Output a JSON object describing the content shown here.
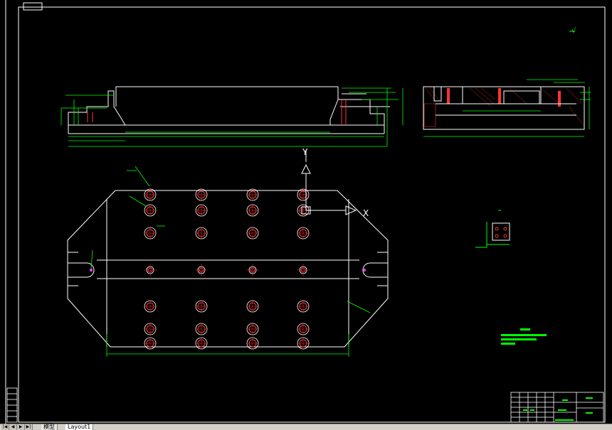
{
  "drawing": {
    "axis_y_label": "Y",
    "axis_x_label": "X",
    "title_block_label": "",
    "roughness_mark": "√"
  },
  "colors": {
    "background": "#000000",
    "outline": "#ffffff",
    "dimension": "#00ff00",
    "hole_red": "#ff3333",
    "accent_magenta": "#ff44ff"
  },
  "tabs": {
    "model_label": "模型",
    "layout_label": "Layout1"
  }
}
